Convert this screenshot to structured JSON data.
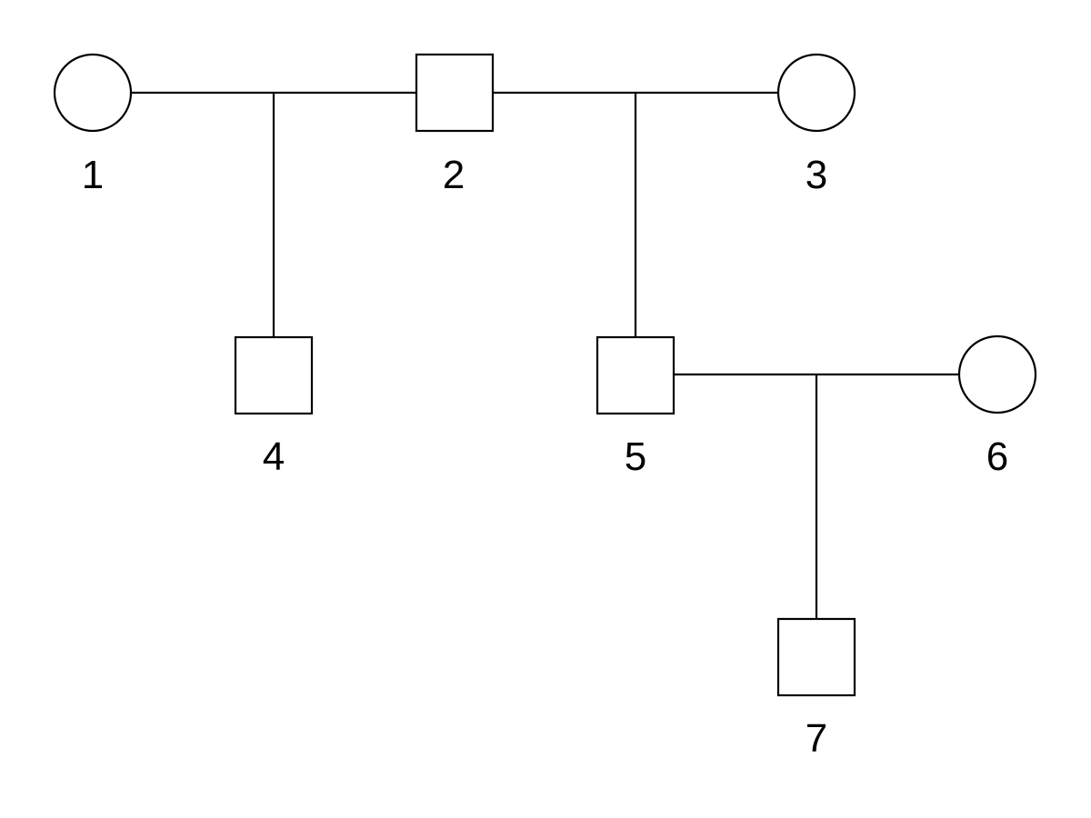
{
  "pedigree": {
    "individuals": [
      {
        "id": "1",
        "sex": "female",
        "label": "1"
      },
      {
        "id": "2",
        "sex": "male",
        "label": "2"
      },
      {
        "id": "3",
        "sex": "female",
        "label": "3"
      },
      {
        "id": "4",
        "sex": "male",
        "label": "4"
      },
      {
        "id": "5",
        "sex": "male",
        "label": "5"
      },
      {
        "id": "6",
        "sex": "female",
        "label": "6"
      },
      {
        "id": "7",
        "sex": "male",
        "label": "7"
      }
    ],
    "unions": [
      {
        "partners": [
          "1",
          "2"
        ],
        "children": [
          "4"
        ]
      },
      {
        "partners": [
          "2",
          "3"
        ],
        "children": [
          "5"
        ]
      },
      {
        "partners": [
          "5",
          "6"
        ],
        "children": [
          "7"
        ]
      }
    ]
  }
}
